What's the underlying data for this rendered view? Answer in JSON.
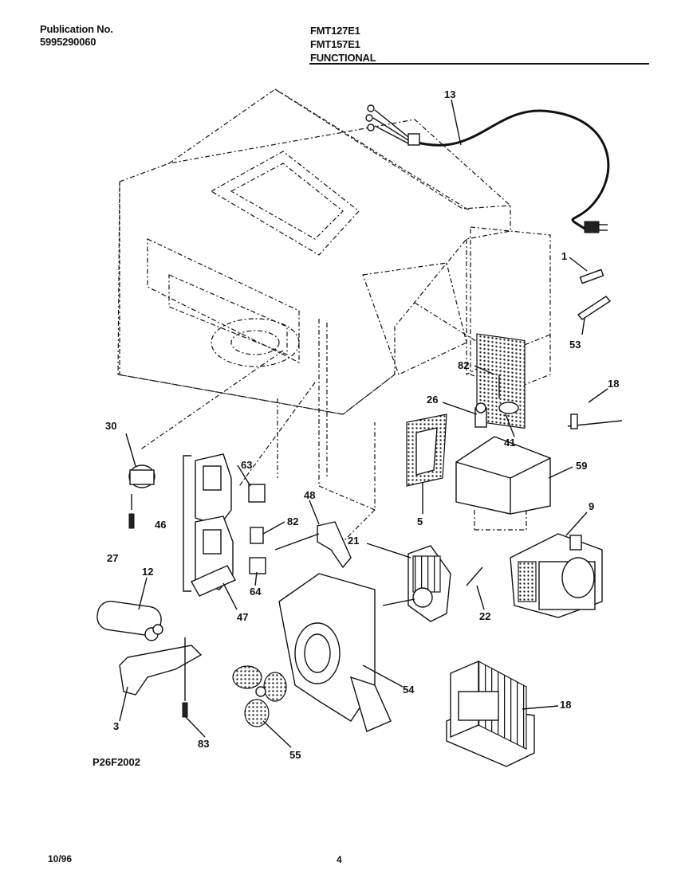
{
  "header": {
    "publication_label": "Publication No.",
    "publication_number": "5995290060",
    "model_1": "FMT127E1",
    "model_2": "FMT157E1",
    "section": "FUNCTIONAL"
  },
  "callouts": [
    {
      "id": "c13",
      "text": "13"
    },
    {
      "id": "c1",
      "text": "1"
    },
    {
      "id": "c53",
      "text": "53"
    },
    {
      "id": "c82a",
      "text": "82"
    },
    {
      "id": "c18a",
      "text": "18"
    },
    {
      "id": "c26",
      "text": "26"
    },
    {
      "id": "c41",
      "text": "41"
    },
    {
      "id": "c59",
      "text": "59"
    },
    {
      "id": "c30",
      "text": "30"
    },
    {
      "id": "c63",
      "text": "63"
    },
    {
      "id": "c48",
      "text": "48"
    },
    {
      "id": "c5",
      "text": "5"
    },
    {
      "id": "c9",
      "text": "9"
    },
    {
      "id": "c46",
      "text": "46"
    },
    {
      "id": "c82b",
      "text": "82"
    },
    {
      "id": "c21",
      "text": "21"
    },
    {
      "id": "c27",
      "text": "27"
    },
    {
      "id": "c64",
      "text": "64"
    },
    {
      "id": "c12",
      "text": "12"
    },
    {
      "id": "c47",
      "text": "47"
    },
    {
      "id": "c22",
      "text": "22"
    },
    {
      "id": "c54",
      "text": "54"
    },
    {
      "id": "c18b",
      "text": "18"
    },
    {
      "id": "c3",
      "text": "3"
    },
    {
      "id": "c83",
      "text": "83"
    },
    {
      "id": "c55",
      "text": "55"
    }
  ],
  "diagram_code": "P26F2002",
  "footer": {
    "date": "10/96",
    "page": "4"
  }
}
